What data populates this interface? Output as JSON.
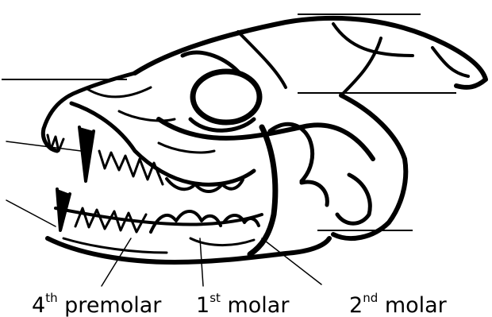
{
  "figure": {
    "illustration": "canine-skull-side-view",
    "labels": {
      "premolar4": {
        "ordinal": "4",
        "suffix": "th",
        "word": "premolar"
      },
      "molar1": {
        "ordinal": "1",
        "suffix": "st",
        "word": "molar"
      },
      "molar2": {
        "ordinal": "2",
        "suffix": "nd",
        "word": "molar"
      }
    },
    "colors": {
      "ink": "#000000",
      "paper": "#ffffff"
    }
  }
}
